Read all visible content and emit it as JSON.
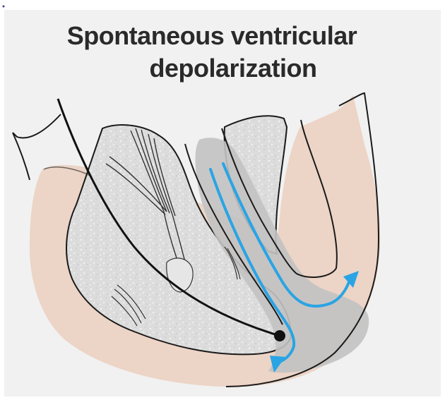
{
  "title": {
    "line1": "Spontaneous ventricular",
    "line2": "depolarization"
  },
  "colors": {
    "background": "#f1f1f1",
    "heart_wall": "#ecd4c6",
    "myocardium": "#d6d6d6",
    "septum_activation": "#c2c2c2",
    "conduction_arrows": "#2aa4e4",
    "outline": "#1a1a1a"
  },
  "icons": {
    "arrow_up": "arrow-up-right",
    "arrow_down": "arrow-down-left",
    "lead_tip": "filled-circle"
  }
}
